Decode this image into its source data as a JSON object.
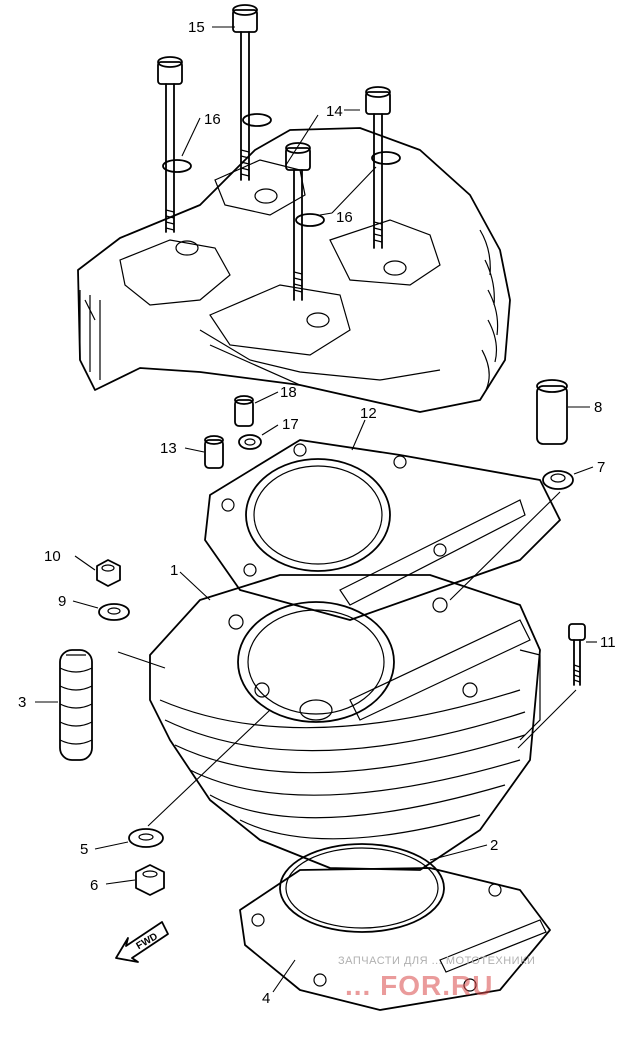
{
  "diagram": {
    "callouts": {
      "c1": "1",
      "c2": "2",
      "c3": "3",
      "c4": "4",
      "c5": "5",
      "c6": "6",
      "c7": "7",
      "c8": "8",
      "c9": "9",
      "c10": "10",
      "c11": "11",
      "c12": "12",
      "c13": "13",
      "c14": "14",
      "c15": "15",
      "c16a": "16",
      "c16b": "16",
      "c17": "17",
      "c18": "18"
    },
    "fwd_label": "FWD"
  },
  "watermark": {
    "line1": "ЗАПЧАСТИ ДЛЯ ... МОТОТЕХНИКИ",
    "line2": "... FOR.RU"
  }
}
